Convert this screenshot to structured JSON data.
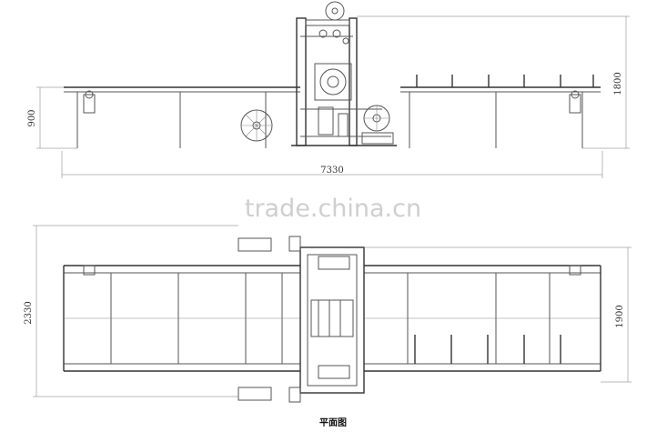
{
  "dimensions": {
    "elevation_length": "7330",
    "elevation_height_left": "900",
    "elevation_height_right": "1800",
    "plan_width": "2330",
    "plan_inner_width": "1900"
  },
  "watermark": "trade.china.cn",
  "caption": "平面图"
}
